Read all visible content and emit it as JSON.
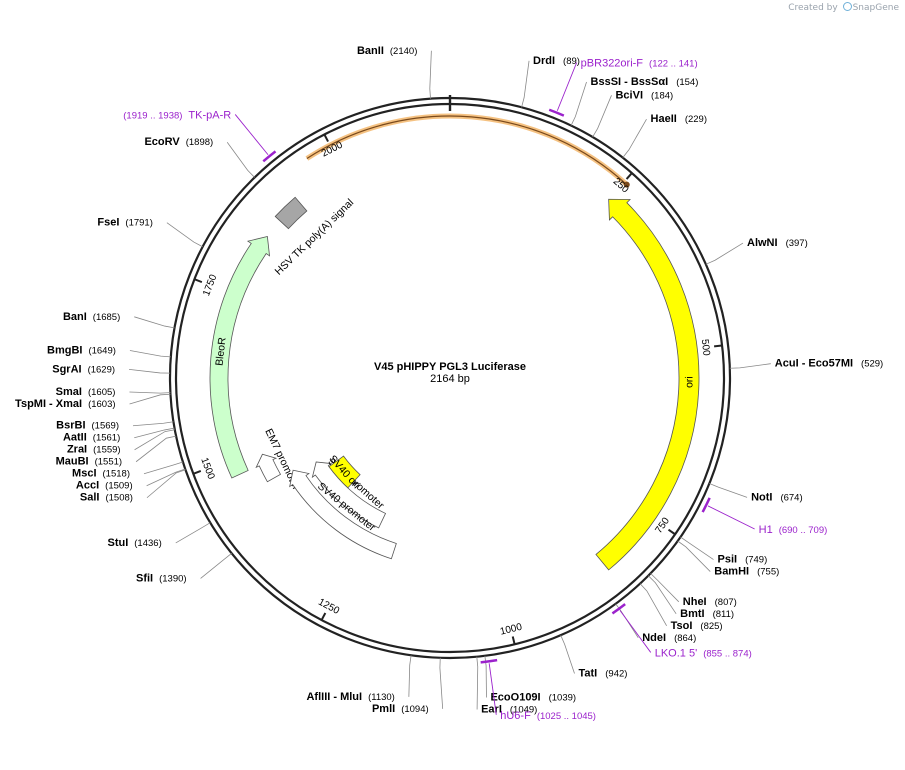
{
  "credit": {
    "prefix": "Created by",
    "brand": "SnapGene"
  },
  "plasmid": {
    "name": "V45 pHIPPY PGL3 Luciferase",
    "length_bp": 2164,
    "size_label": "2164 bp"
  },
  "ticks": [
    {
      "bp": 250,
      "label": "250"
    },
    {
      "bp": 500,
      "label": "500"
    },
    {
      "bp": 750,
      "label": "750"
    },
    {
      "bp": 1000,
      "label": "1000"
    },
    {
      "bp": 1250,
      "label": "1250"
    },
    {
      "bp": 1500,
      "label": "1500"
    },
    {
      "bp": 1750,
      "label": "1750"
    },
    {
      "bp": 2000,
      "label": "2000"
    }
  ],
  "features": [
    {
      "name": "ori",
      "start": 250,
      "end": 844,
      "direction": "reverse",
      "color": "#ffff00"
    },
    {
      "name": "BleoR",
      "start": 1475,
      "end": 1850,
      "direction": "forward",
      "color": "#ccffcc"
    },
    {
      "name": "HSV TK poly(A) signal",
      "start": 1880,
      "end": 1920,
      "direction": "none",
      "color": "#a6a6a6"
    },
    {
      "name": "EM7 promoter",
      "start": 1445,
      "end": 1490,
      "direction": "forward",
      "color": "#ffffff"
    },
    {
      "name": "SV40 promoter",
      "start": 1235,
      "end": 1430,
      "direction": "forward",
      "color": "#ffffff"
    },
    {
      "name": "SV40 promoter",
      "start": 1190,
      "end": 1440,
      "direction": "forward",
      "color": "#ffffff"
    },
    {
      "name": "SV40 ori",
      "start": 1340,
      "end": 1405,
      "direction": "none",
      "color": "#ffff00"
    }
  ],
  "outer_arc": {
    "start": 1965,
    "end": 255,
    "color": "#f5c282"
  },
  "enzymes": [
    {
      "name": "BanII",
      "pos": "(2140)",
      "bp": 2140,
      "side": "right"
    },
    {
      "name": "DrdI",
      "pos": "(89)",
      "bp": 89,
      "side": "left"
    },
    {
      "name": "BssSI   - BssSαI",
      "pos": "(154)",
      "bp": 154,
      "side": "left"
    },
    {
      "name": "BciVI",
      "pos": "(184)",
      "bp": 184,
      "side": "left"
    },
    {
      "name": "HaeII",
      "pos": "(229)",
      "bp": 229,
      "side": "left"
    },
    {
      "name": "AlwNI",
      "pos": "(397)",
      "bp": 397,
      "side": "left"
    },
    {
      "name": "AcuI   - Eco57MI",
      "pos": "(529)",
      "bp": 529,
      "side": "left"
    },
    {
      "name": "NotI",
      "pos": "(674)",
      "bp": 674,
      "side": "left"
    },
    {
      "name": "PsiI",
      "pos": "(749)",
      "bp": 749,
      "side": "left"
    },
    {
      "name": "BamHI",
      "pos": "(755)",
      "bp": 755,
      "side": "left"
    },
    {
      "name": "NheI",
      "pos": "(807)",
      "bp": 807,
      "side": "left"
    },
    {
      "name": "BmtI",
      "pos": "(811)",
      "bp": 811,
      "side": "left"
    },
    {
      "name": "TsoI",
      "pos": "(825)",
      "bp": 825,
      "side": "left"
    },
    {
      "name": "NdeI",
      "pos": "(864)",
      "bp": 864,
      "side": "left"
    },
    {
      "name": "TatI",
      "pos": "(942)",
      "bp": 942,
      "side": "left"
    },
    {
      "name": "EcoO109I",
      "pos": "(1039)",
      "bp": 1039,
      "side": "left"
    },
    {
      "name": "EarI",
      "pos": "(1049)",
      "bp": 1049,
      "side": "left"
    },
    {
      "name": "PmlI",
      "pos": "(1094)",
      "bp": 1094,
      "side": "right"
    },
    {
      "name": "AflIII   - MluI",
      "pos": "(1130)",
      "bp": 1130,
      "side": "right"
    },
    {
      "name": "SfiI",
      "pos": "(1390)",
      "bp": 1390,
      "side": "right"
    },
    {
      "name": "StuI",
      "pos": "(1436)",
      "bp": 1436,
      "side": "right"
    },
    {
      "name": "SalI",
      "pos": "(1508)",
      "bp": 1508,
      "side": "right"
    },
    {
      "name": "AccI",
      "pos": "(1509)",
      "bp": 1509,
      "side": "right"
    },
    {
      "name": "MscI",
      "pos": "(1518)",
      "bp": 1518,
      "side": "right"
    },
    {
      "name": "MauBI",
      "pos": "(1551)",
      "bp": 1551,
      "side": "right"
    },
    {
      "name": "ZraI",
      "pos": "(1559)",
      "bp": 1559,
      "side": "right"
    },
    {
      "name": "AatII",
      "pos": "(1561)",
      "bp": 1561,
      "side": "right"
    },
    {
      "name": "BsrBI",
      "pos": "(1569)",
      "bp": 1569,
      "side": "right"
    },
    {
      "name": "TspMI   - XmaI",
      "pos": "(1603)",
      "bp": 1603,
      "side": "right"
    },
    {
      "name": "SmaI",
      "pos": "(1605)",
      "bp": 1605,
      "side": "right"
    },
    {
      "name": "SgrAI",
      "pos": "(1629)",
      "bp": 1629,
      "side": "right"
    },
    {
      "name": "BmgBI",
      "pos": "(1649)",
      "bp": 1649,
      "side": "right"
    },
    {
      "name": "BanI",
      "pos": "(1685)",
      "bp": 1685,
      "side": "right"
    },
    {
      "name": "FseI",
      "pos": "(1791)",
      "bp": 1791,
      "side": "right"
    },
    {
      "name": "EcoRV",
      "pos": "(1898)",
      "bp": 1898,
      "side": "right"
    }
  ],
  "primers": [
    {
      "name": "pBR322ori-F",
      "pos": "(122 .. 141)",
      "start": 122,
      "end": 141,
      "side": "left"
    },
    {
      "name": "H1",
      "pos": "(690 .. 709)",
      "start": 690,
      "end": 709,
      "side": "left"
    },
    {
      "name": "LKO.1 5'",
      "pos": "(855 .. 874)",
      "start": 855,
      "end": 874,
      "side": "left"
    },
    {
      "name": "hU6-F",
      "pos": "(1025 .. 1045)",
      "start": 1025,
      "end": 1045,
      "side": "left"
    },
    {
      "name": "TK-pA-R",
      "pos": "(1919 .. 1938)",
      "start": 1919,
      "end": 1938,
      "side": "right"
    }
  ]
}
